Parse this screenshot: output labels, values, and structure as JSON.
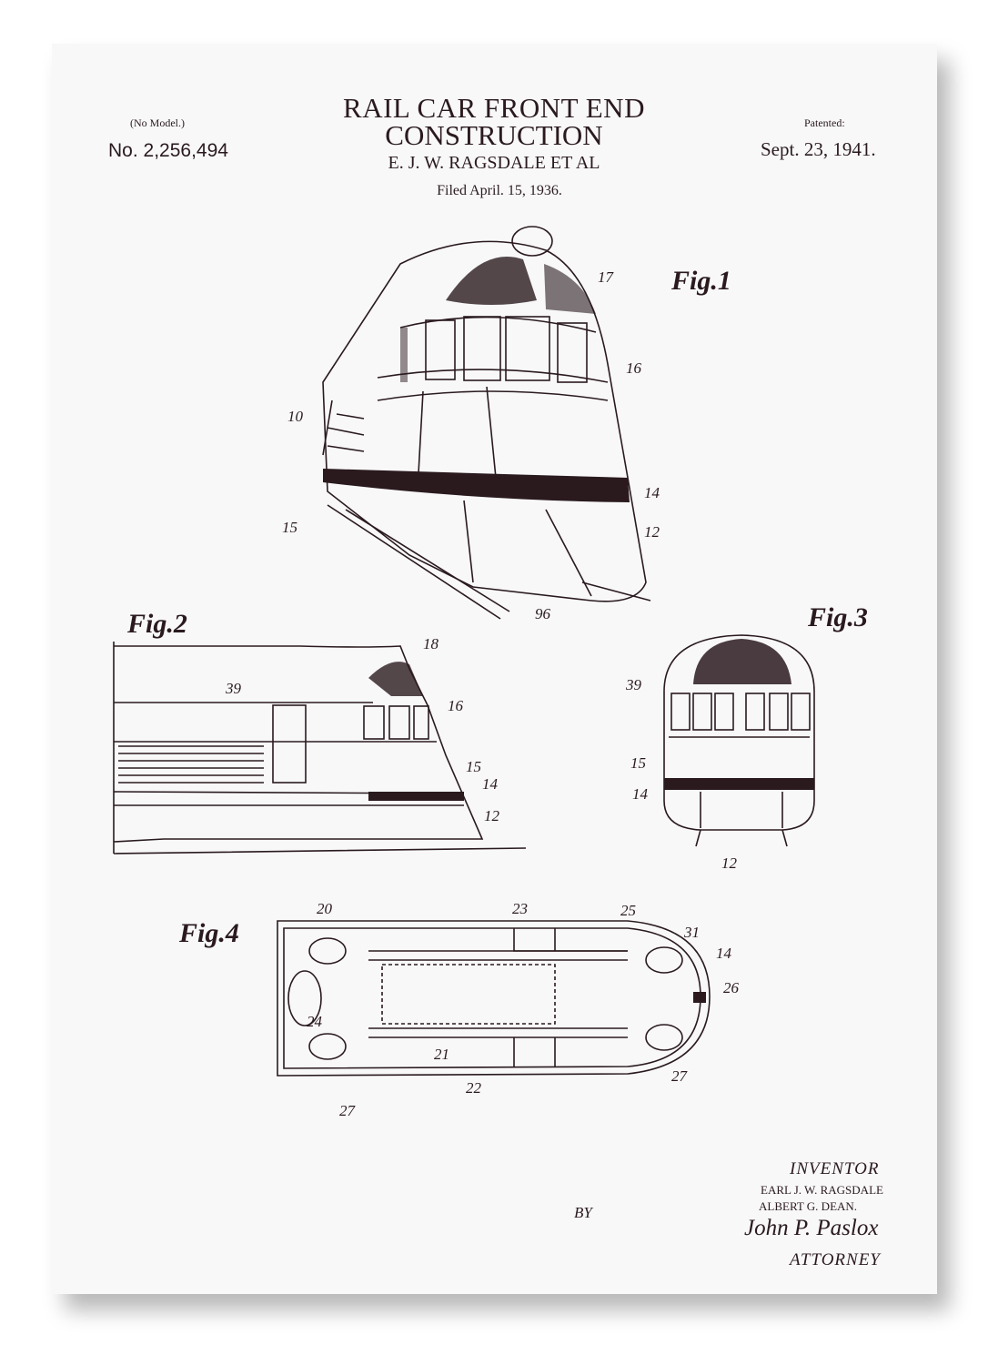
{
  "header": {
    "no_model": "(No Model.)",
    "patent_no": "No. 2,256,494",
    "title_line1": "RAIL CAR FRONT END",
    "title_line2": "CONSTRUCTION",
    "inventors": "E. J. W. RAGSDALE ET AL",
    "filed": "Filed April. 15, 1936.",
    "patented_label": "Patented:",
    "patented_date": "Sept. 23, 1941."
  },
  "figures": {
    "fig1": {
      "label": "Fig.1",
      "refs": [
        "17",
        "16",
        "10",
        "14",
        "12",
        "15",
        "96"
      ]
    },
    "fig2": {
      "label": "Fig.2",
      "refs": [
        "18",
        "39",
        "16",
        "15",
        "14",
        "12"
      ]
    },
    "fig3": {
      "label": "Fig.3",
      "refs": [
        "39",
        "15",
        "14",
        "12"
      ]
    },
    "fig4": {
      "label": "Fig.4",
      "refs": [
        "20",
        "23",
        "25",
        "31",
        "14",
        "26",
        "24",
        "21",
        "22",
        "27",
        "27"
      ]
    }
  },
  "footer": {
    "by": "BY",
    "inventor_label": "INVENTOR",
    "inventor1": "EARL J. W. RAGSDALE",
    "inventor2": "ALBERT G. DEAN.",
    "signature": "John P. Paslox",
    "attorney_label": "ATTORNEY"
  }
}
